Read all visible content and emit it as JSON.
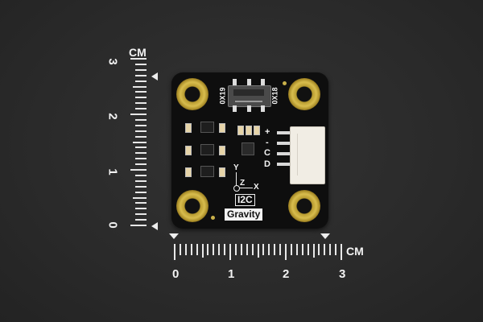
{
  "vertical_ruler": {
    "unit": "CM",
    "labels": [
      "3",
      "2",
      "1",
      "0"
    ]
  },
  "horizontal_ruler": {
    "unit": "CM",
    "labels": [
      "0",
      "1",
      "2",
      "3"
    ]
  },
  "board": {
    "switch_left": "0X19",
    "switch_right": "0X18",
    "pins": [
      "+",
      "-",
      "C",
      "D"
    ],
    "axis": {
      "y": "Y",
      "z": "Z",
      "x": "X"
    },
    "interface_label": "I2C",
    "brand_label": "Gravity"
  },
  "colors": {
    "background": "#2b2b2b",
    "pcb": "#0e0e0e",
    "gold": "#d8bd4e",
    "connector": "#f1ede4"
  }
}
